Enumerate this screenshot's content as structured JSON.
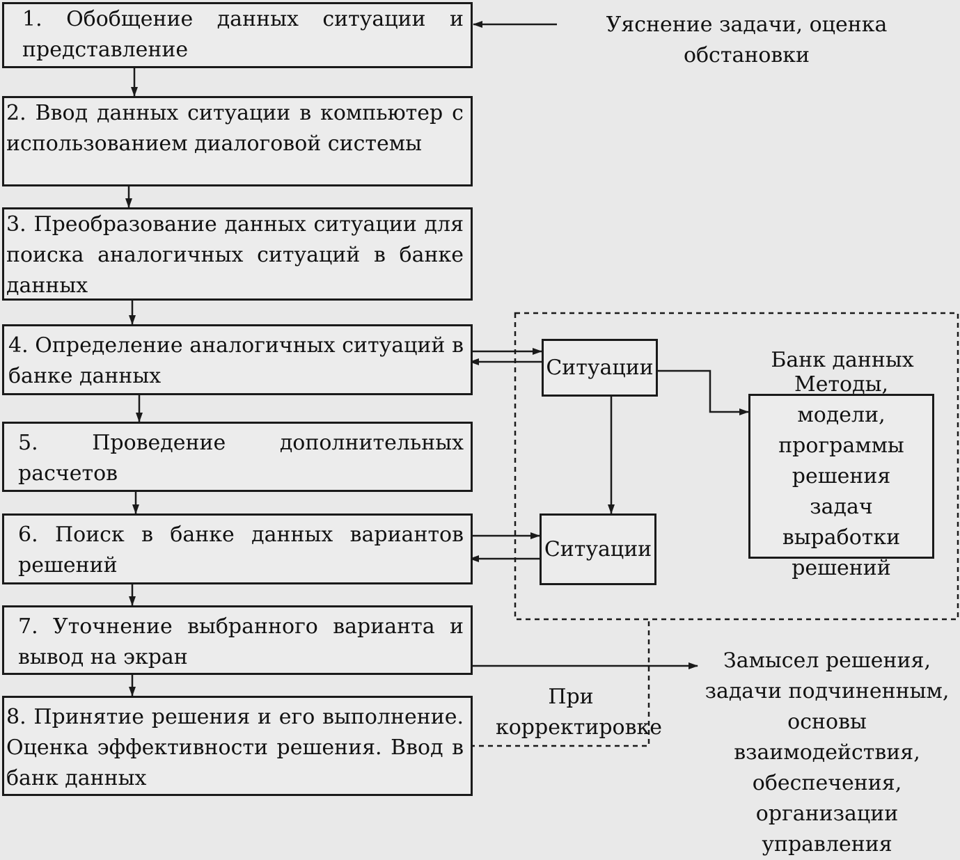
{
  "steps": [
    "1. Обобщение данных ситуации и представление",
    "2. Ввод данных ситуации в компьютер с использованием диалоговой системы",
    "3. Преобразование данных ситуации для поиска аналогичных ситуаций в банке данных",
    "4. Определение аналогичных ситуаций в банке данных",
    "5. Проведение дополнительных расчетов",
    "6. Поиск в банке данных вариантов решений",
    "7. Уточнение выбранного варианта и вывод на экран",
    "8. Принятие решения и его выполнение. Оценка эффективности решения. Ввод в банк данных"
  ],
  "input_note": "Уяснение задачи, оценка обстановки",
  "bank": {
    "title": "Банк данных",
    "situations_top": "Ситуации",
    "situations_bottom": "Ситуации",
    "methods": "Методы, модели, программы решения задач выработки решений"
  },
  "correction_label": "При корректировке",
  "output_note": "Замысел решения, задачи подчиненным, основы взаимодействия, обеспечения, организации управления"
}
